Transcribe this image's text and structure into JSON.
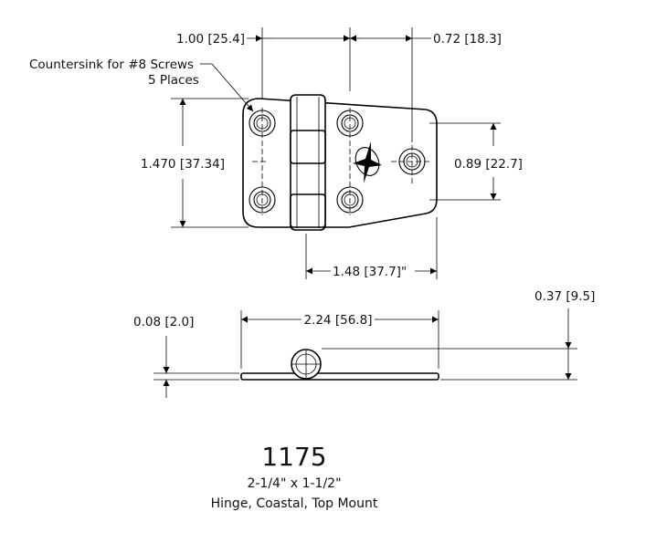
{
  "title_block": {
    "part_number": "1175",
    "size": "2-1/4\" x 1-1/2\"",
    "description": "Hinge, Coastal, Top Mount"
  },
  "dimensions": {
    "top_left_width": "1.00 [25.4]",
    "top_right_width": "0.72 [18.3]",
    "height_left": "1.470 [37.34]",
    "height_right": "0.89 [22.7]",
    "bottom_width": "1.48 [37.7]\"",
    "overall_length": "2.24 [56.8]",
    "thickness": "0.08 [2.0]",
    "overall_height": "0.37 [9.5]"
  },
  "callout": {
    "line1": "Countersink for #8 Screws",
    "line2": "5 Places"
  },
  "colors": {
    "line": "#000000",
    "text": "#111111",
    "background": "#ffffff"
  }
}
